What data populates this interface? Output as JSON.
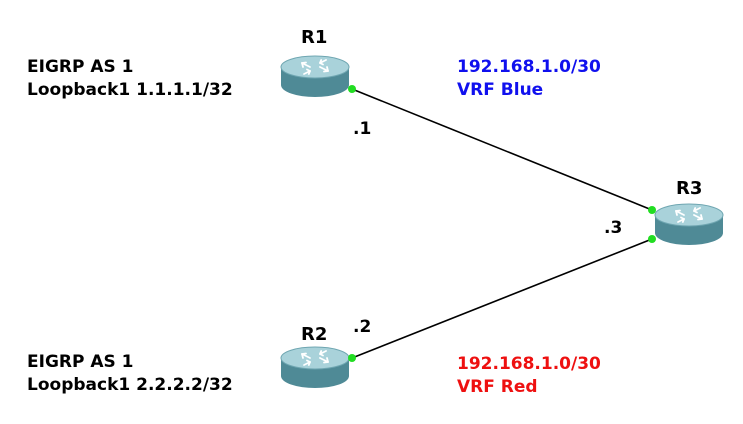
{
  "colors": {
    "background": "#ffffff",
    "link": "#000000",
    "interface_dot": "#22dd22",
    "vrf_blue": "#1010ee",
    "vrf_red": "#ee1010",
    "router_body": "#5e9aa6",
    "router_top": "#9fcad3",
    "text": "#000000"
  },
  "routers": [
    {
      "id": "R1",
      "label": "R1",
      "icon": "router-icon"
    },
    {
      "id": "R2",
      "label": "R2",
      "icon": "router-icon"
    },
    {
      "id": "R3",
      "label": "R3",
      "icon": "router-icon"
    }
  ],
  "r1_info": {
    "line1": "EIGRP AS 1",
    "line2": "Loopback1 1.1.1.1/32"
  },
  "r2_info": {
    "line1": "EIGRP AS 1",
    "line2": "Loopback1 2.2.2.2/32"
  },
  "interfaces": {
    "r1": ".1",
    "r2": ".2",
    "r3": ".3"
  },
  "links": [
    {
      "from": "R1",
      "to": "R3",
      "subnet": "192.168.1.0/30",
      "vrf": "VRF Blue"
    },
    {
      "from": "R2",
      "to": "R3",
      "subnet": "192.168.1.0/30",
      "vrf": "VRF Red"
    }
  ]
}
